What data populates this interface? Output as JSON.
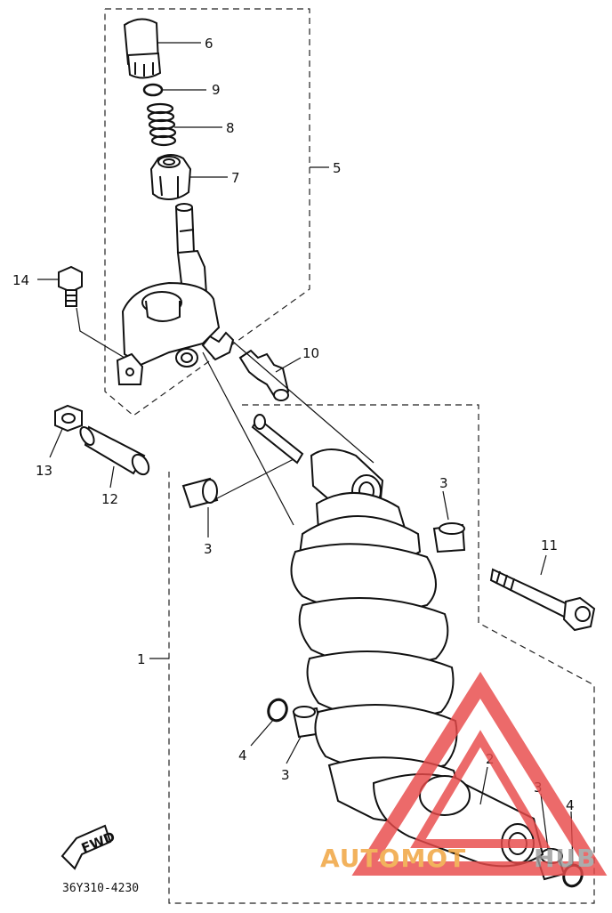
{
  "callouts": {
    "c1": "1",
    "c2": "2",
    "c3a": "3",
    "c3b": "3",
    "c3c": "3",
    "c3d": "3",
    "c4a": "4",
    "c4b": "4",
    "c5": "5",
    "c6": "6",
    "c7": "7",
    "c8": "8",
    "c9": "9",
    "c10": "10",
    "c11": "11",
    "c12": "12",
    "c13": "13",
    "c14": "14"
  },
  "footer": {
    "diagram_code": "36Y310-4230",
    "fwd_label": "FWD"
  },
  "watermark": {
    "text_left": "AUTOMOT",
    "text_right": "HUB",
    "color_main": "#e84a4a",
    "color_text": "#f0a23a"
  }
}
